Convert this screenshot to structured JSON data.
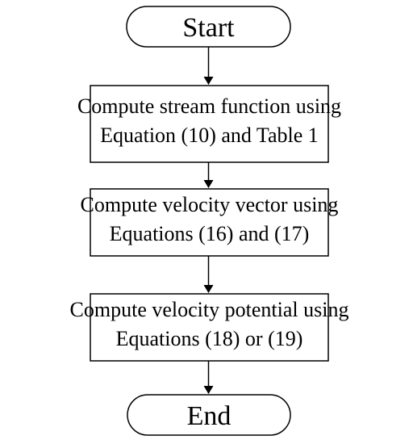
{
  "flowchart": {
    "start": {
      "label": "Start"
    },
    "steps": [
      {
        "line1": "Compute stream function using",
        "line2": "Equation (10) and Table 1"
      },
      {
        "line1": "Compute velocity vector using",
        "line2": "Equations (16) and (17)"
      },
      {
        "line1": "Compute velocity potential using",
        "line2": "Equations (18) or (19)"
      }
    ],
    "end": {
      "label": "End"
    },
    "colors": {
      "stroke": "#000000",
      "fill": "#ffffff",
      "text": "#000000"
    }
  }
}
